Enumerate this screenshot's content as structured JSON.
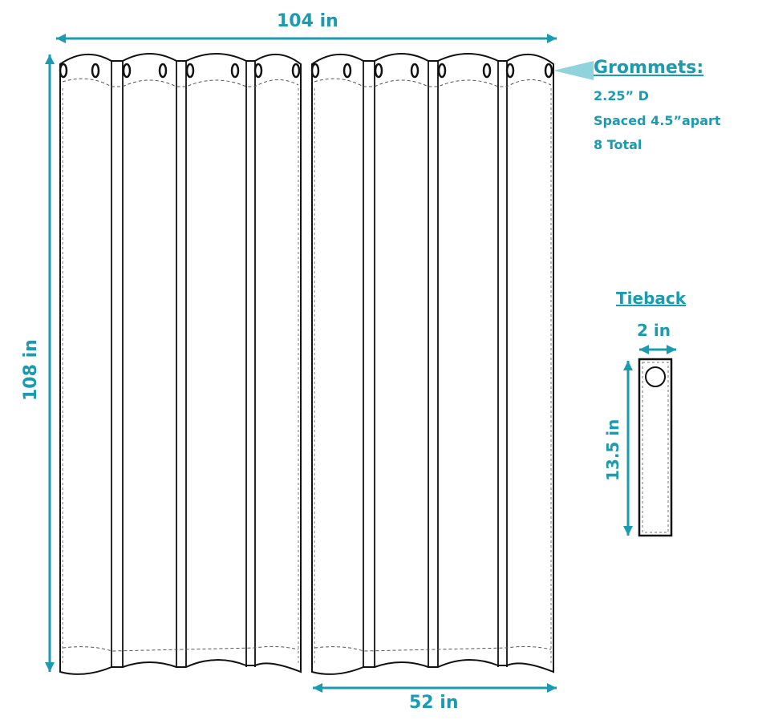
{
  "dimensions": {
    "total_width": "104 in",
    "height": "108 in",
    "panel_width": "52 in"
  },
  "grommets": {
    "title": "Grommets:",
    "diameter": "2.25” D",
    "spacing": "Spaced 4.5”apart",
    "total": "8 Total"
  },
  "tieback": {
    "title": "Tieback",
    "width": "2 in",
    "length": "13.5 in"
  },
  "colors": {
    "accent": "#1b9bb0",
    "pointer": "#8fd3dc",
    "line": "#111111"
  }
}
